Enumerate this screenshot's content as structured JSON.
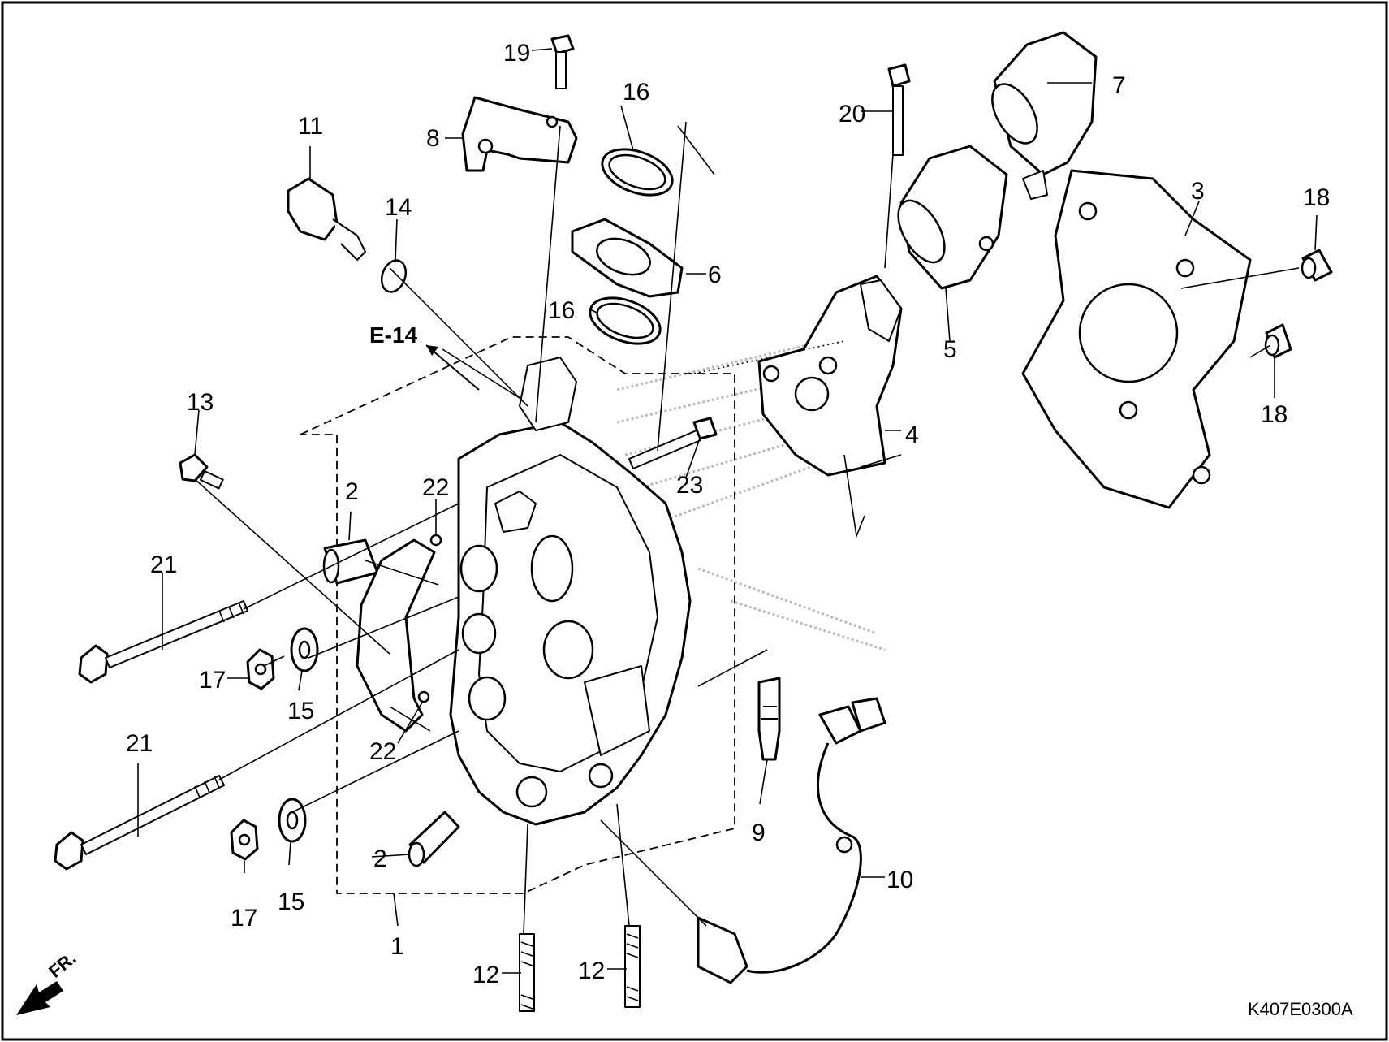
{
  "diagram_code": "K407E0300A",
  "cross_reference": "E-14",
  "direction_label": "FR.",
  "callouts": {
    "c1": "1",
    "c2a": "2",
    "c2b": "2",
    "c3": "3",
    "c4": "4",
    "c5": "5",
    "c6": "6",
    "c7": "7",
    "c8": "8",
    "c9": "9",
    "c10": "10",
    "c11": "11",
    "c12a": "12",
    "c12b": "12",
    "c13": "13",
    "c14": "14",
    "c15a": "15",
    "c15b": "15",
    "c16a": "16",
    "c16b": "16",
    "c17a": "17",
    "c17b": "17",
    "c18a": "18",
    "c18b": "18",
    "c19": "19",
    "c20": "20",
    "c21a": "21",
    "c21b": "21",
    "c22a": "22",
    "c22b": "22",
    "c23": "23"
  },
  "icons": [
    "fr-arrow-icon"
  ]
}
